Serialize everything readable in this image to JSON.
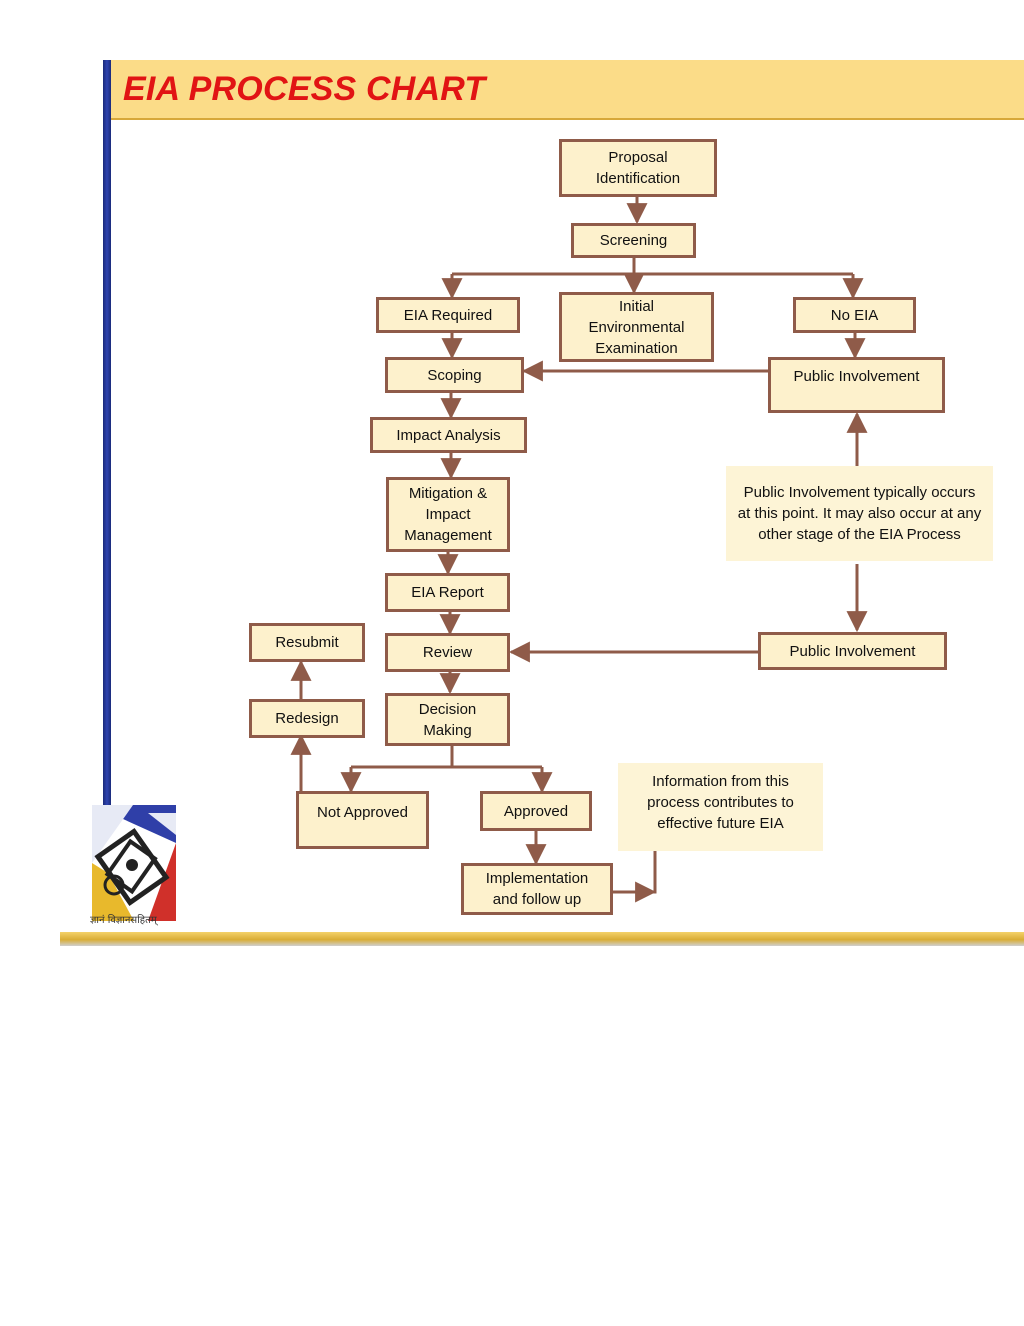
{
  "title": "EIA PROCESS CHART",
  "logo_caption": "ज्ञानं विज्ञानसहितम्",
  "nodes": {
    "proposal": "Proposal Identification",
    "screening": "Screening",
    "eia_required": "EIA Required",
    "iee": "Initial Environmental Examination",
    "no_eia": "No EIA",
    "scoping": "Scoping",
    "public_involvement_top": "Public Involvement",
    "impact_analysis": "Impact Analysis",
    "mitigation": "Mitigation & Impact Management",
    "eia_report": "EIA Report",
    "review": "Review",
    "public_involvement_bottom": "Public Involvement",
    "resubmit": "Resubmit",
    "redesign": "Redesign",
    "decision": "Decision Making",
    "not_approved": "Not Approved",
    "approved": "Approved",
    "implementation": "Implementation and follow up"
  },
  "notes": {
    "public_involvement_note": "Public Involvement typically occurs at this point. It may also occur at any other stage of the EIA Process",
    "info_note": "Information from this process contributes to effective future EIA"
  },
  "colors": {
    "box_fill": "#fdf1cc",
    "box_border": "#8f5b49",
    "arrow": "#8f5b49",
    "title_band": "#fbdc88",
    "title_text": "#e11414",
    "left_bar": "#2f44b0"
  }
}
